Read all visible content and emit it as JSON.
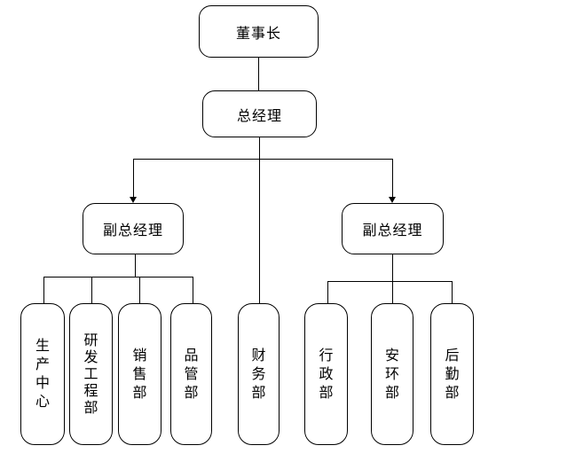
{
  "colors": {
    "line": "#000000",
    "background": "#ffffff",
    "text": "#000000"
  },
  "org_chart": {
    "chairman": {
      "label": "董事长"
    },
    "general_manager": {
      "label": "总经理"
    },
    "deputy_left": {
      "label": "副总经理"
    },
    "deputy_right": {
      "label": "副总经理"
    },
    "departments": {
      "production_center": {
        "label": "生产中心"
      },
      "rd_engineering": {
        "label": "研发工程部"
      },
      "sales": {
        "label": "销售部"
      },
      "quality": {
        "label": "品管部"
      },
      "finance": {
        "label": "财务部"
      },
      "admin": {
        "label": "行政部"
      },
      "safety_env": {
        "label": "安环部"
      },
      "logistics": {
        "label": "后勤部"
      }
    }
  }
}
